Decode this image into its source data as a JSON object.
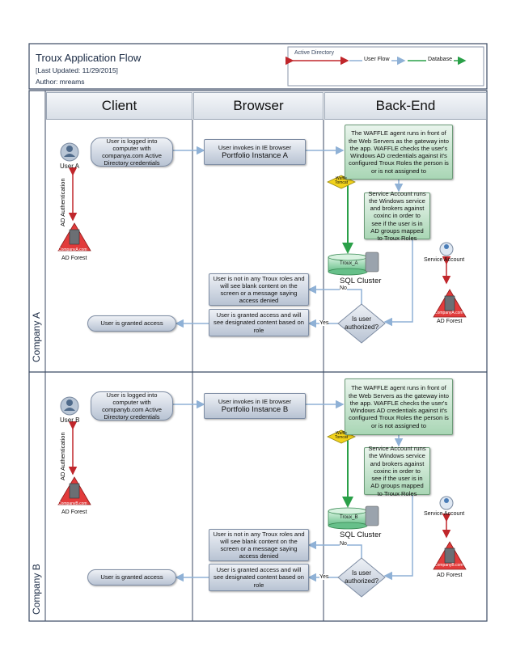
{
  "header": {
    "title": "Troux Application Flow",
    "updated": "[Last Updated: 11/29/2015]",
    "author": "Author: mreams"
  },
  "legend": {
    "active_directory": "Active Directory",
    "user_flow": "User Flow",
    "database": "Database",
    "colors": {
      "active_directory": "#c0262b",
      "user_flow": "#8fb1d6",
      "database": "#2aa048"
    }
  },
  "lanes": {
    "client": "Client",
    "browser": "Browser",
    "backend": "Back-End"
  },
  "company_a": {
    "label": "Company A",
    "user": "User A",
    "ad_auth": "AD Authentication",
    "forest_logo": "CompanyA.com",
    "forest": "AD Forest",
    "client_logged": "User is logged into computer with companya.com Active Directory credentials",
    "browser_invoke_line1": "User invokes in IE browser",
    "browser_invoke_line2": "Portfolio Instance A",
    "waffle_text": "The WAFFLE agent runs in front of the Web Servers as the gateway into the app. WAFFLE checks the user's Windows AD credentials against it's configured Troux Roles the person is or is not assigned to",
    "waffle_tag": "Waffle Tomcat",
    "service_text": "Service Account runs the Windows service and brokers against coxinc in order to see if the user is in AD groups mapped to Troux Roles",
    "db_label": "Troux_A",
    "sql": "SQL Cluster",
    "service_account": "Service Account",
    "forest_logo2": "CompanyA.com",
    "forest2": "AD Forest",
    "not_in_roles": "User is not in any Troux roles and will see blank content on the screen or a message saying access denied",
    "granted_content": "User is granted access and will see designated content based on role",
    "authorized": "Is user authorized?",
    "no": "No",
    "yes": "Yes",
    "granted": "User is granted access"
  },
  "company_b": {
    "label": "Company B",
    "user": "User B",
    "ad_auth": "AD Authentication",
    "forest_logo": "CompanyB.com",
    "forest": "AD Forest",
    "client_logged": "User is logged into computer with companyb.com Active Directory credentials",
    "browser_invoke_line1": "User invokes in IE browser",
    "browser_invoke_line2": "Portfolio Instance B",
    "waffle_text": "The WAFFLE agent runs in front of the Web Servers as the gateway into the app. WAFFLE checks the user's Windows AD credentials against it's configured Troux Roles the person is or is not assigned to",
    "waffle_tag": "Waffle Tomcat",
    "service_text": "Service Account runs the Windows service and brokers against coxinc in order to see if the user is in AD groups mapped to Troux Roles",
    "db_label": "Troux_B",
    "sql": "SQL Cluster",
    "service_account": "Service Account",
    "forest_logo2": "CompanyB.com",
    "forest2": "AD Forest",
    "not_in_roles": "User is not in any Troux roles and will see blank content on the screen or a message saying access denied",
    "granted_content": "User is granted access and will see designated content based on role",
    "authorized": "Is user authorized?",
    "no": "No",
    "yes": "Yes",
    "granted": "User is granted access"
  }
}
